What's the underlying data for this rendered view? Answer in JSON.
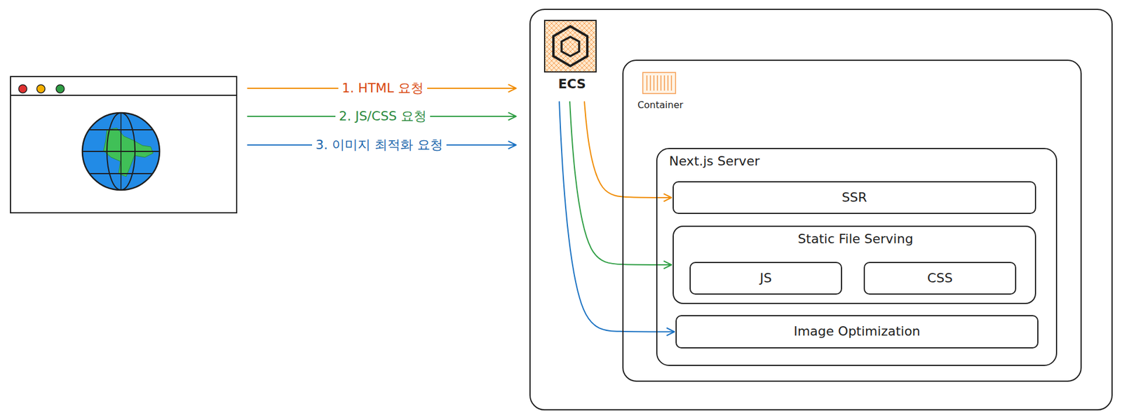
{
  "diagram": {
    "nodes": [
      {
        "text": [
          "ECS"
        ]
      },
      {
        "text": [
          "Container"
        ],
        "in": 0
      },
      {
        "text": [
          "Next.js Server"
        ],
        "in": 1
      },
      {
        "text": [
          "SSR"
        ],
        "in": 2
      },
      {
        "text": [
          "Static File Serving"
        ],
        "in": 2
      },
      {
        "text": [
          "JS"
        ],
        "in": 4
      },
      {
        "text": [
          "CSS"
        ],
        "in": 4
      },
      {
        "text": [
          "Image Optimization"
        ],
        "in": 2
      }
    ],
    "edges": [
      {
        "from": 0,
        "to": 3,
        "arrow": "to"
      },
      {
        "from": 0,
        "to": 4,
        "arrow": "to"
      },
      {
        "from": 0,
        "to": 7,
        "arrow": "to"
      }
    ],
    "labels": [
      "1. HTML 요청",
      "2. JS/CSS 요청",
      "3. 이미지 최적화 요청"
    ]
  }
}
